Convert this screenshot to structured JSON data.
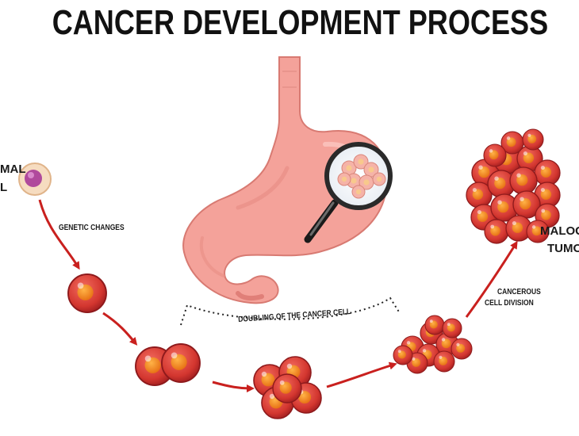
{
  "title": "CANCER DEVELOPMENT PROCESS",
  "labels": {
    "normal_cell_line1": "MAL",
    "normal_cell_line2": "L",
    "genetic_changes": "GENETIC CHANGES",
    "doubling": "DOUBLING OF THE CANCER CELL",
    "cancerous_line1": "CANCEROUS",
    "cancerous_line2": "CELL DIVISION",
    "tumor_line1": "MALOGI",
    "tumor_line2": "TUMO"
  },
  "colors": {
    "cell_dark": "#c0282b",
    "cell_mid": "#e0483f",
    "nucleus": "#f28a1e",
    "stomach": "#f4a29a",
    "stomach_dark": "#e07f78",
    "arrow": "#c9201e",
    "normal_cell": "#f7d9b8",
    "normal_nucleus": "#b04a9c"
  }
}
